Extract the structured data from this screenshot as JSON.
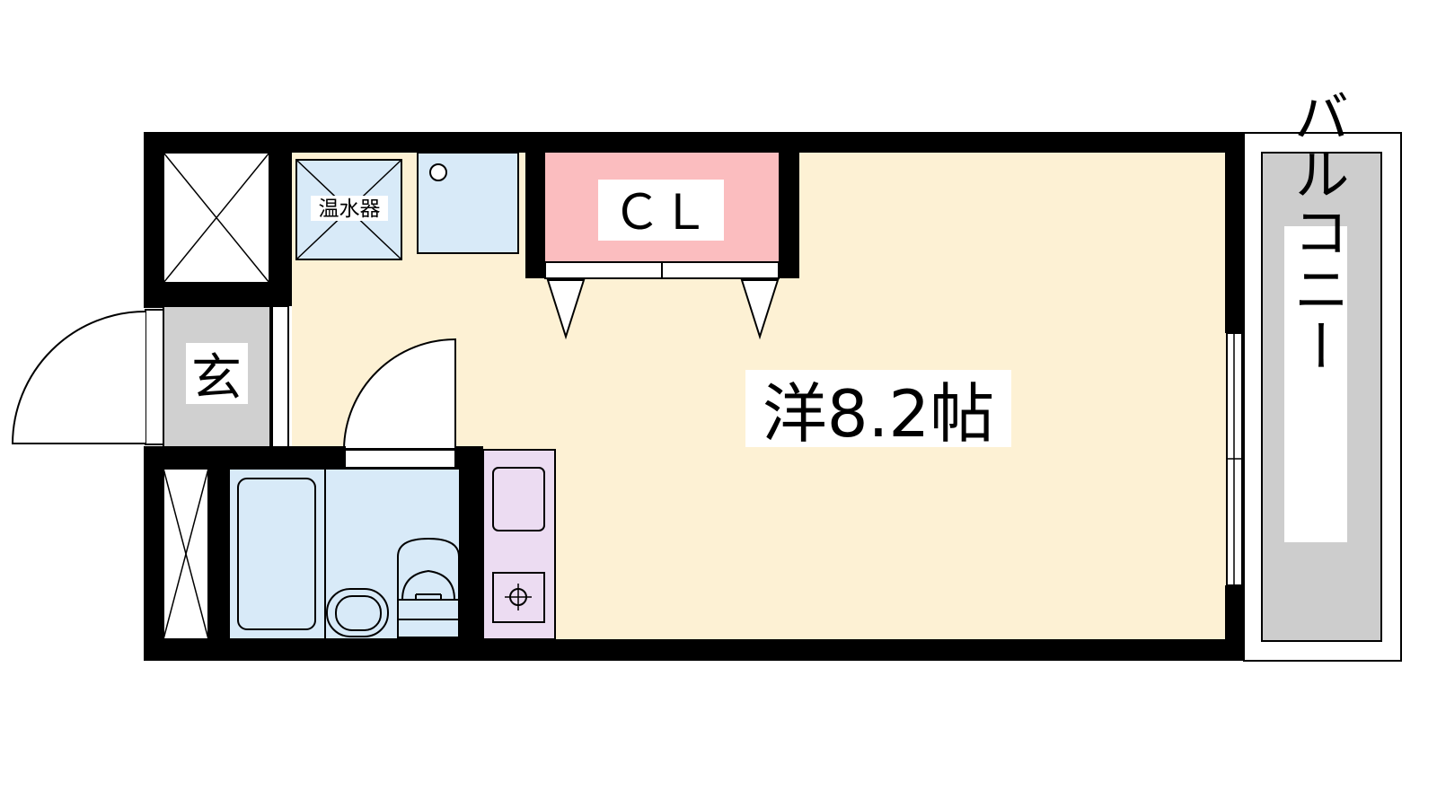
{
  "floorplan": {
    "rooms": {
      "western_room": {
        "label": "洋8.2帖",
        "color": "#fdf1d4"
      },
      "closet": {
        "label": "ＣＬ",
        "color": "#fbbdbf"
      },
      "entrance": {
        "label": "玄",
        "color": "#d0d0d0"
      },
      "balcony": {
        "label": "バルコニー",
        "color": "#cdcdcd"
      },
      "water_heater": {
        "label": "温水器",
        "color": "#d8eaf8"
      },
      "bathroom": {
        "color": "#d8eaf8"
      },
      "kitchen": {
        "color": "#ecdcf2"
      }
    },
    "wall_color": "#000000"
  }
}
